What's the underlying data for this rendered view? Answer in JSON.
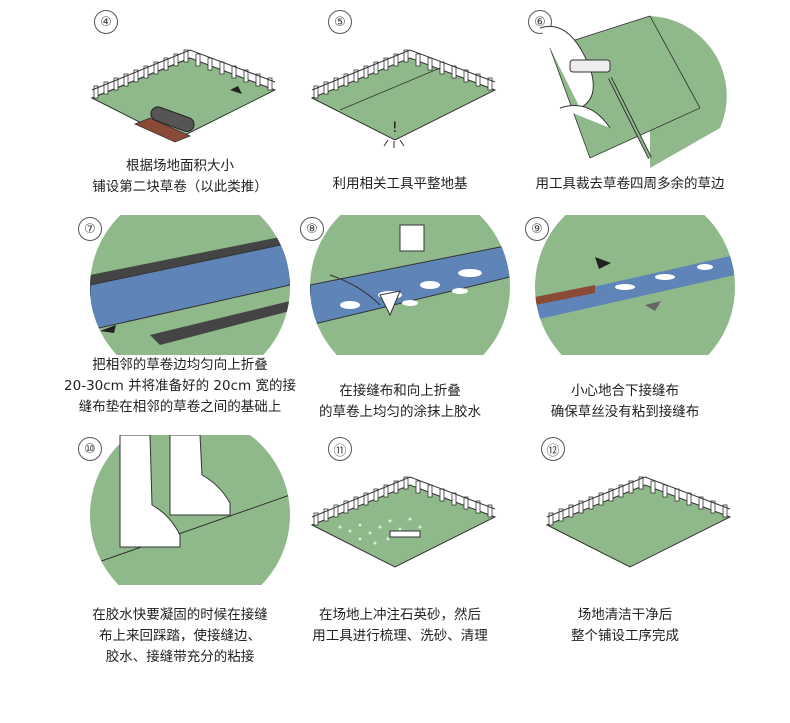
{
  "steps": [
    {
      "number": "④",
      "caption": [
        "根据场地面积大小",
        "铺设第二块草卷（以此类推）"
      ]
    },
    {
      "number": "⑤",
      "caption": [
        "利用相关工具平整地基"
      ]
    },
    {
      "number": "⑥",
      "caption": [
        "用工具裁去草卷四周多余的草边"
      ]
    },
    {
      "number": "⑦",
      "caption": [
        "把相邻的草卷边均匀向上折叠",
        "20-30cm 并将准备好的 20cm 宽的接",
        "缝布垫在相邻的草卷之间的基础上"
      ]
    },
    {
      "number": "⑧",
      "caption": [
        "在接缝布和向上折叠",
        "的草卷上均匀的涂抹上胶水"
      ]
    },
    {
      "number": "⑨",
      "caption": [
        "小心地合下接缝布",
        "确保草丝没有粘到接缝布"
      ]
    },
    {
      "number": "⑩",
      "caption": [
        "在胶水快要凝固的时候在接缝",
        "布上来回踩踏，使接缝边、",
        "胶水、接缝带充分的粘接"
      ]
    },
    {
      "number": "⑪",
      "caption": [
        "在场地上冲注石英砂，然后",
        "用工具进行梳理、洗砂、清理"
      ]
    },
    {
      "number": "⑫",
      "caption": [
        "场地清洁干净后",
        "整个铺设工序完成"
      ]
    }
  ],
  "colors": {
    "grass": "#8fb98a",
    "cloth": "#5e84b8",
    "soil": "#8a4a36",
    "line": "#333333"
  }
}
